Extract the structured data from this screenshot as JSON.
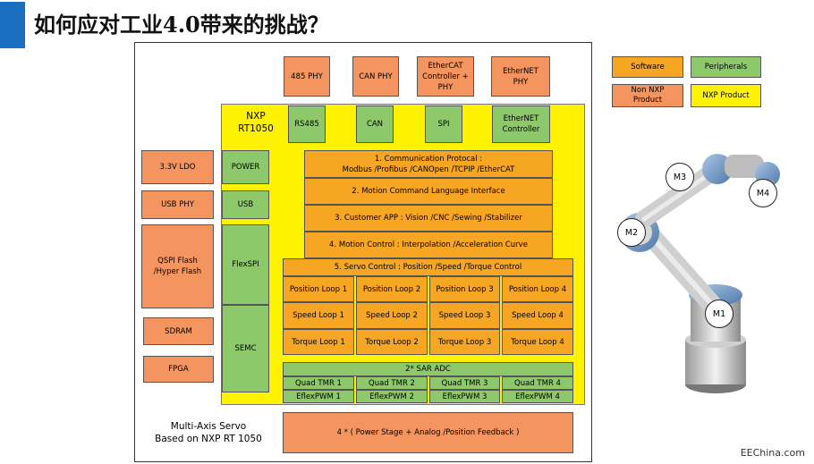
{
  "title": "如何应对工业4.0带来的挑战？",
  "top_devices": [
    "485  PHY",
    "CAN PHY",
    "EtherCAT\nController  +\nPHY",
    "EtherNET\nPHY"
  ],
  "nxp_label": "NXP\nRT1050",
  "top_peripherals": [
    "RS485",
    "CAN",
    "SPI",
    "EtherNET\nController"
  ],
  "left_devices": [
    "3.3V LDO",
    "USB  PHY",
    "QSPI Flash\n/Hyper Flash",
    "SDRAM",
    "FPGA"
  ],
  "left_peripherals": [
    "POWER",
    "USB",
    "FlexSPI",
    "SEMC"
  ],
  "software_layers": [
    "1. Communication Protocal    :\nModbus /Profibus /CANOpen /TCPIP /EtherCAT",
    "2. Motion Command Language Interface",
    "3. Customer APP  : Vision /CNC /Sewing /Stabilizer",
    "4. Motion Control  : Interpolation  /Acceleration Curve"
  ],
  "servo_control": {
    "header": "5. Servo Control  : Position  /Speed /Torque Control",
    "rows": [
      [
        "Position Loop  1",
        "Position Loop  2",
        "Position Loop  3",
        "Position Loop  4"
      ],
      [
        "Speed Loop  1",
        "Speed Loop  2",
        "Speed Loop  3",
        "Speed Loop  4"
      ],
      [
        "Torque Loop  1",
        "Torque Loop  2",
        "Torque Loop  3",
        "Torque Loop  4"
      ]
    ]
  },
  "adc": "2* SAR ADC",
  "quad_tmr": [
    "Quad TMR  1",
    "Quad TMR  2",
    "Quad TMR  3",
    "Quad TMR  4"
  ],
  "eflexpwm": [
    "EflexPWM  1",
    "EflexPWM  2",
    "EflexPWM  3",
    "EflexPWM  4"
  ],
  "power_stage": "4 * ( Power Stage    + Analog /Position Feedback    )",
  "multi_axis": "Multi-Axis Servo\nBased on NXP RT 1050",
  "legend": {
    "software": "Software",
    "peripherals": "Peripherals",
    "non_nxp": "Non NXP\nProduct",
    "nxp_product": "NXP Product"
  },
  "robot_joints": [
    "M3",
    "M4",
    "M2",
    "M1"
  ],
  "footer": "EEChina.com",
  "colors": {
    "software": "#f6a623",
    "peripheral": "#8dc86a",
    "non_nxp": "#f4955f",
    "nxp_product": "#fff200",
    "accent_bar": "#1b6fc0"
  }
}
